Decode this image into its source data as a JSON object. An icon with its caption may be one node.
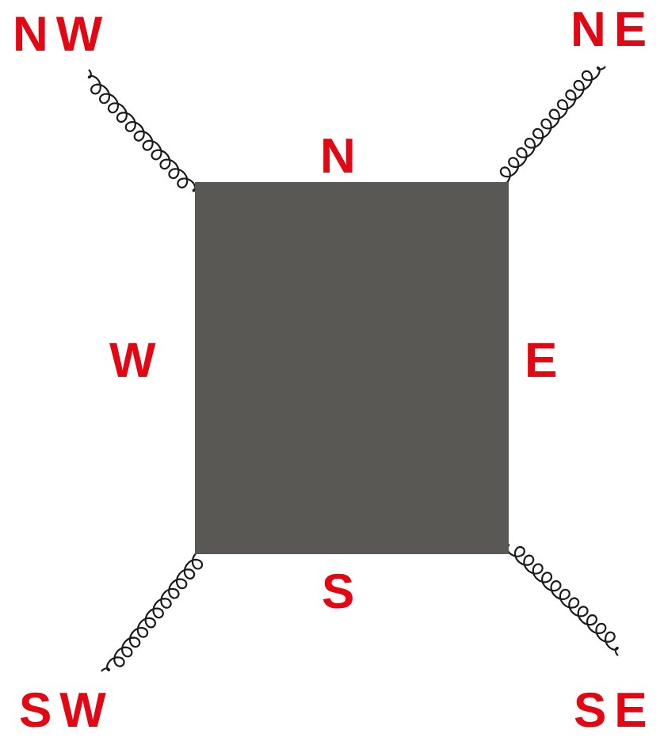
{
  "diagram": {
    "nodes": [
      {
        "text": [
          "NW"
        ]
      },
      {
        "text": [
          "NE"
        ]
      },
      {
        "text": [],
        "shape": "box",
        "beside": [
          "N",
          "W",
          "E",
          "S"
        ]
      },
      {
        "text": [
          "SW"
        ]
      },
      {
        "text": [
          "SE"
        ]
      }
    ],
    "edges": [
      {
        "from": 0,
        "to": 2,
        "arrow": "none"
      },
      {
        "from": 1,
        "to": 2,
        "arrow": "none"
      },
      {
        "from": 3,
        "to": 2,
        "arrow": "none"
      },
      {
        "from": 4,
        "to": 2,
        "arrow": "none"
      }
    ]
  }
}
